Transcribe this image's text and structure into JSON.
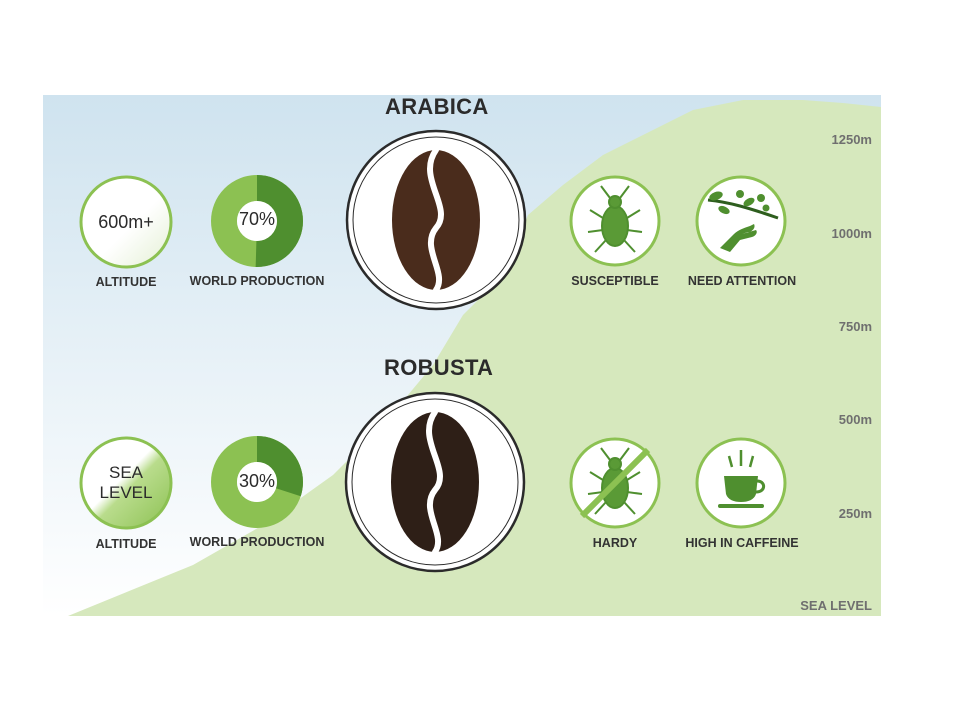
{
  "arabica": {
    "title": "ARABICA",
    "altitude_value": "600m+",
    "altitude_label": "ALTITUDE",
    "world_production_value": "70%",
    "world_production_fraction": 0.7,
    "world_production_label": "WORLD PRODUCTION",
    "pest_label": "SUSCEPTIBLE",
    "care_label": "NEED ATTENTION",
    "bean_color": "#4a2c1c"
  },
  "robusta": {
    "title": "ROBUSTA",
    "altitude_value_line1": "SEA",
    "altitude_value_line2": "LEVEL",
    "altitude_label": "ALTITUDE",
    "world_production_value": "30%",
    "world_production_fraction": 0.3,
    "world_production_label": "WORLD PRODUCTION",
    "pest_label": "HARDY",
    "caffeine_label": "HIGH IN CAFFEINE",
    "bean_color": "#2e1f17"
  },
  "elevation_scale": [
    "1250m",
    "1000m",
    "750m",
    "500m",
    "250m",
    "SEA LEVEL"
  ],
  "colors": {
    "green_dark": "#4f8f2f",
    "green_light": "#8cc152",
    "mountain": "#d6e8bd",
    "sky_top": "#cfe3ef"
  },
  "icons": {
    "arabica_pest": "aphid-icon",
    "arabica_care": "hand-plant-icon",
    "robusta_pest": "aphid-crossed-icon",
    "robusta_caffeine": "coffee-cup-icon",
    "bean": "coffee-bean-icon"
  }
}
